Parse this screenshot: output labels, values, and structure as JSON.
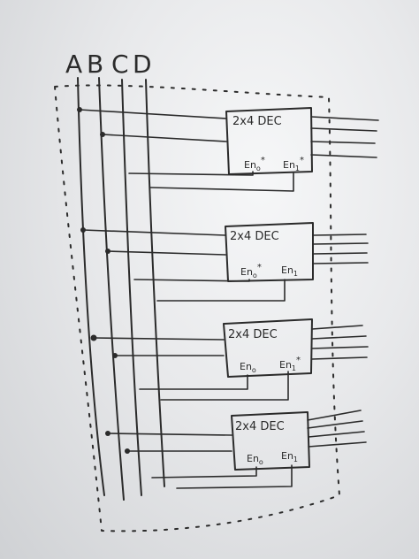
{
  "inputs": [
    "A",
    "B",
    "C",
    "D"
  ],
  "decoders": [
    {
      "title": "2x4 DEC",
      "en0": "En",
      "en0_sub": "o",
      "en0_star": "*",
      "en1": "En",
      "en1_sub": "1",
      "en1_star": "*"
    },
    {
      "title": "2x4 DEC",
      "en0": "En",
      "en0_sub": "o",
      "en0_star": "*",
      "en1": "En",
      "en1_sub": "1",
      "en1_star": ""
    },
    {
      "title": "2x4 DEC",
      "en0": "En",
      "en0_sub": "o",
      "en0_star": "",
      "en1": "En",
      "en1_sub": "1",
      "en1_star": "*"
    },
    {
      "title": "2x4 DEC",
      "en0": "En",
      "en0_sub": "o",
      "en0_star": "",
      "en1": "En",
      "en1_sub": "1",
      "en1_star": ""
    }
  ],
  "colors": {
    "ink": "#2b2b2b",
    "board": "#eeeff1"
  }
}
